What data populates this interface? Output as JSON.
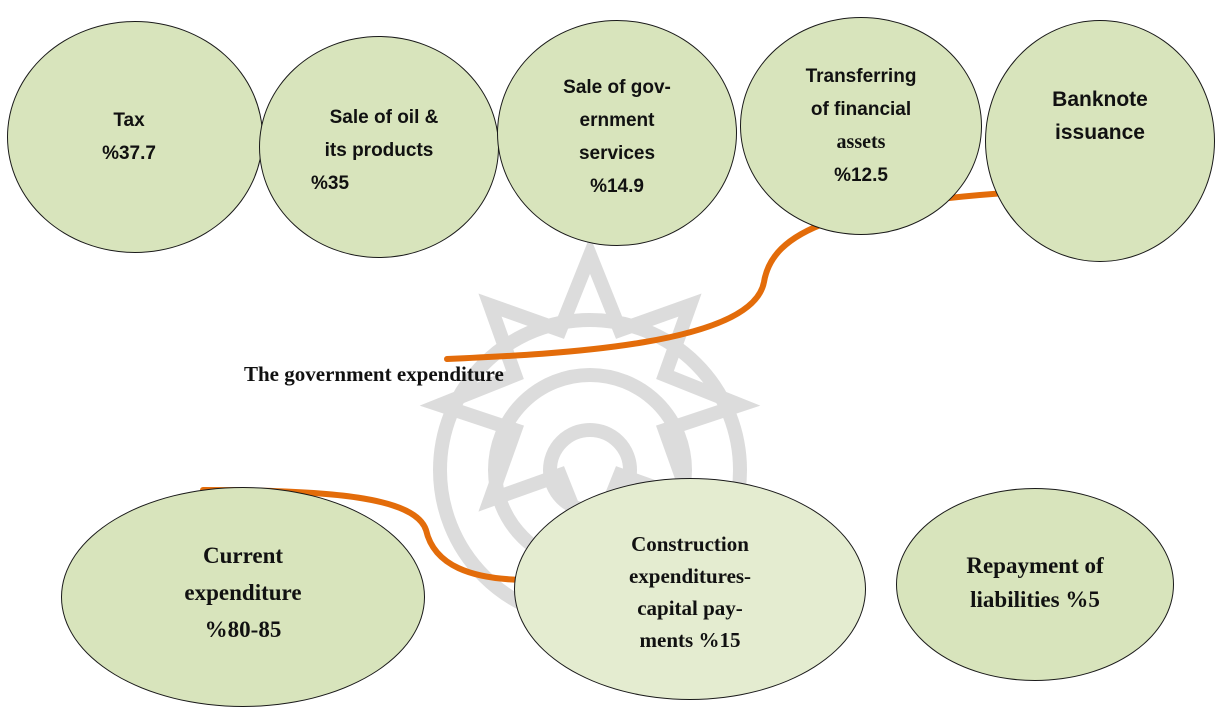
{
  "revenue_sources": [
    {
      "lines": [
        "Tax",
        "%37.7"
      ]
    },
    {
      "lines": [
        "Sale of oil &",
        "its products",
        "%35"
      ]
    },
    {
      "lines": [
        "Sale of gov-",
        "ernment",
        "services",
        "%14.9"
      ]
    },
    {
      "lines": [
        "Transferring",
        "of financial",
        "assets",
        "%12.5"
      ]
    },
    {
      "lines": [
        "Banknote",
        "issuance"
      ]
    }
  ],
  "caption": "The government expenditure",
  "expenditures": [
    {
      "lines": [
        "Current",
        "expenditure",
        "%80-85"
      ]
    },
    {
      "lines": [
        "Construction",
        "expenditures-",
        "capital pay-",
        "ments %15"
      ]
    },
    {
      "lines": [
        "Repayment of",
        "liabilities %5"
      ]
    }
  ],
  "colors": {
    "node_fill": "#d8e4bc",
    "node_border": "#1a1a1a",
    "arrow": "#e36c0a",
    "watermark": "#d9d9d9"
  }
}
